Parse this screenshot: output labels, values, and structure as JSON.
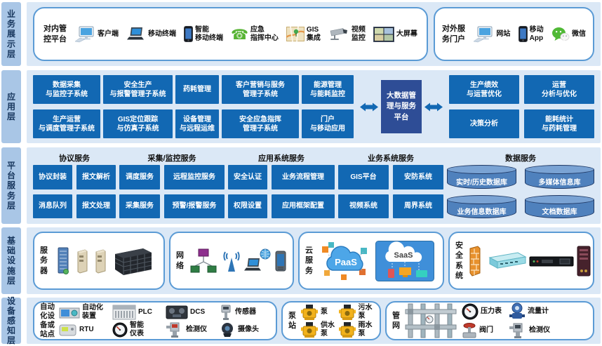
{
  "palette": {
    "service_box": "#1268b3",
    "platform_box": "#2e4d96",
    "row_bg": "#dbe8f6",
    "layer_tag_bg": "#a9c6e6",
    "layer_tag_text": "#17365d",
    "outline_border": "#5b9bd5",
    "cylinder_body": "#4f81bd",
    "arrow": "#1268b3"
  },
  "layers": {
    "display": {
      "label": "业\n务\n展\n示\n层",
      "internal": {
        "title": "对内管\n控平台",
        "items": [
          "客户端",
          "移动终端",
          "智能\n移动终端",
          "应急\n指挥中心",
          "GIS\n集成",
          "视频\n监控",
          "大屏幕"
        ]
      },
      "external": {
        "title": "对外服\n务门户",
        "items": [
          "网站",
          "移动\nApp",
          "微信"
        ]
      }
    },
    "application": {
      "label": "应\n用\n层",
      "grid": [
        "数据采集\n与监控子系统",
        "安全生产\n与报警管理子系统",
        "药耗管理",
        "客户营销与服务\n管理子系统",
        "能源管理\n与能耗监控",
        "生产运营\n与调度管理子系统",
        "GIS定位跟踪\n与仿真子系统",
        "设备管理\n与远程运维",
        "安全应急指挥\n管理子系统",
        "门户\n与移动应用"
      ],
      "center": "大数据管\n理与服务\n平台",
      "right": [
        "生产绩效\n与运营优化",
        "运营\n分析与优化",
        "决策分析",
        "能耗统计\n与药耗管理"
      ]
    },
    "platform": {
      "label": "平\n台\n服\n务\n层",
      "groups": [
        {
          "title": "协议服务",
          "items": [
            "协议封装",
            "报文解析",
            "消息队列",
            "报文处理"
          ]
        },
        {
          "title": "采集/监控服务",
          "items": [
            "调度服务",
            "远程监控服务",
            "采集服务",
            "预警/报警服务"
          ]
        },
        {
          "title": "应用系统服务",
          "items": [
            "安全认证",
            "业务流程管理",
            "权限设置",
            "应用框架配置"
          ]
        },
        {
          "title": "业务系统服务",
          "items": [
            "GIS平台",
            "安防系统",
            "视频系统",
            "周界系统"
          ]
        },
        {
          "title": "数据服务",
          "items": [
            "实时/历史数据库",
            "多媒体信息库",
            "业务信息数据库",
            "文档数据库"
          ]
        }
      ]
    },
    "infrastructure": {
      "label": "基\n础\n设\n施\n层",
      "servers": {
        "title": "服\n务\n器"
      },
      "network": {
        "title": "网\n络"
      },
      "cloud": {
        "title": "云\n服\n务",
        "paas": "PaaS",
        "saas": "SaaS"
      },
      "security": {
        "title": "安\n全\n系\n统"
      }
    },
    "device": {
      "label": "设\n备\n感\n知\n层",
      "automation": {
        "title": "自动\n化设\n备或\n站点",
        "items": [
          "自动化\n装置",
          "PLC",
          "DCS",
          "传感器",
          "RTU",
          "智能\n仪表",
          "检测仪",
          "摄像头"
        ]
      },
      "pump": {
        "title": "泵\n站",
        "items": [
          "泵",
          "污水泵",
          "供水泵",
          "雨水泵"
        ]
      },
      "pipe": {
        "title": "管\n网",
        "items": [
          "压力表",
          "阀门",
          "流量计",
          "检测仪"
        ]
      }
    }
  }
}
